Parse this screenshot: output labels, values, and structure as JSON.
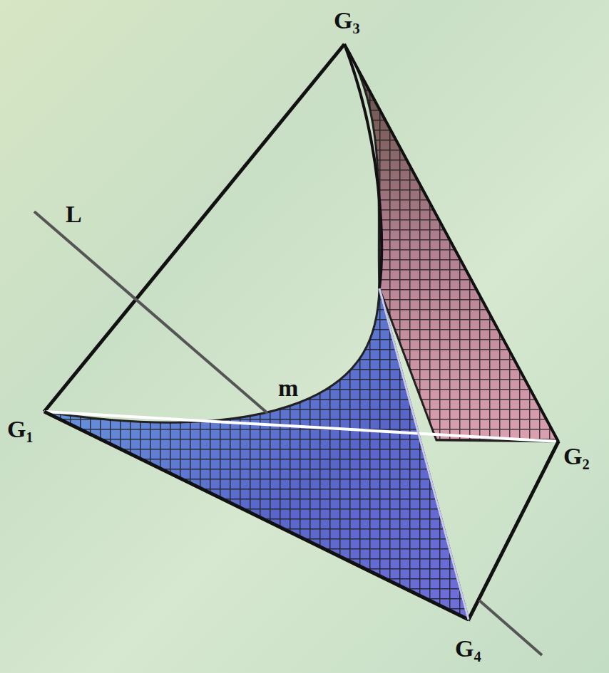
{
  "diagram": {
    "labels": [
      "G₃",
      "L",
      "m",
      "G₁",
      "G₂",
      "G₄"
    ]
  }
}
